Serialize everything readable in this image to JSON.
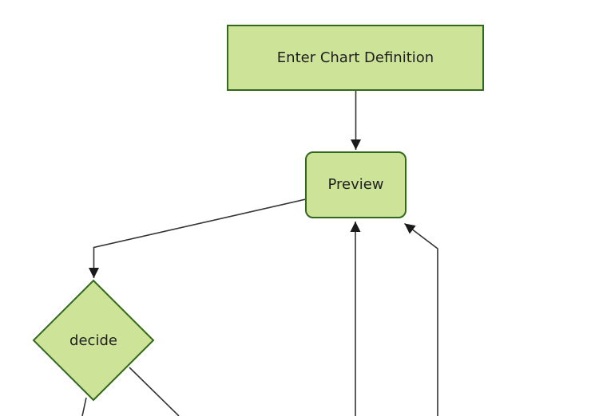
{
  "diagram": {
    "type": "flowchart",
    "direction": "top-down",
    "nodes": [
      {
        "id": "enter-chart-definition",
        "label": "Enter Chart Definition",
        "shape": "rectangle"
      },
      {
        "id": "preview",
        "label": "Preview",
        "shape": "rounded-rectangle"
      },
      {
        "id": "decide",
        "label": "decide",
        "shape": "diamond"
      }
    ],
    "edges": [
      {
        "from": "enter-chart-definition",
        "to": "preview",
        "arrow": true
      },
      {
        "from": "preview",
        "to": "decide",
        "arrow": true
      },
      {
        "from": "offscreen-bottom",
        "to": "preview",
        "arrow": true
      },
      {
        "from": "offscreen-bottom-right",
        "to": "preview",
        "arrow": true
      },
      {
        "from": "decide",
        "to": "offscreen-bottom-left",
        "arrow": false
      },
      {
        "from": "decide",
        "to": "offscreen-bottom-right",
        "arrow": false
      }
    ]
  },
  "theme": {
    "colors": {
      "canvas_bg": "#ffffff",
      "node_fill": "#cde498",
      "node_border": "#33691e",
      "edge_color": "#333333",
      "arrow_color": "#1a1a1a",
      "text_color": "#1f1f1f"
    }
  }
}
